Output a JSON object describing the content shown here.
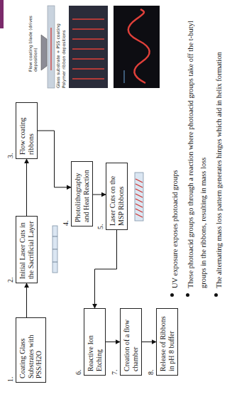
{
  "diagram": {
    "nodes": [
      {
        "text": [
          "1.",
          "Coating Glass Substrates with PSS/H2O"
        ]
      },
      {
        "text": [
          "2.",
          "Initial Laser Cuts in the Sacrificial Layer"
        ]
      },
      {
        "text": [
          "3.",
          "Flow coating ribbons"
        ]
      },
      {
        "text": [
          "4.",
          "Photolithography and Heat Reaction"
        ]
      },
      {
        "text": [
          "5.",
          "Laser Cuts on the MSP Ribbons"
        ]
      },
      {
        "text": [
          "6.",
          "Reactive Ion Etching"
        ]
      },
      {
        "text": [
          "7.",
          "Creation of a flow chamber"
        ]
      },
      {
        "text": [
          "8.",
          "Release of Ribbons in pH 8 buffer"
        ]
      }
    ],
    "edges": [
      {
        "from": 0,
        "to": 1,
        "arrow": "to"
      },
      {
        "from": 1,
        "to": 2,
        "arrow": "to"
      },
      {
        "from": 2,
        "to": 3,
        "arrow": "to"
      },
      {
        "from": 3,
        "to": 4,
        "arrow": "to"
      },
      {
        "from": 4,
        "to": 5,
        "arrow": "to"
      },
      {
        "from": 5,
        "to": 6,
        "arrow": "to"
      },
      {
        "from": 6,
        "to": 7,
        "arrow": "to"
      }
    ],
    "labels": [
      "UV exposure exposes photoacid groups",
      "These photoacid groups go through a reaction where photoacid groups take off the t-butyl groups in the ribbons, resulting in mass loss",
      "The alternating mass loss pattern generates hinges which aid in helix formation",
      "Flow coating blade (drives deposition)",
      "Glass substrate + PSS coating",
      "Polymer ribbon depositions"
    ]
  }
}
